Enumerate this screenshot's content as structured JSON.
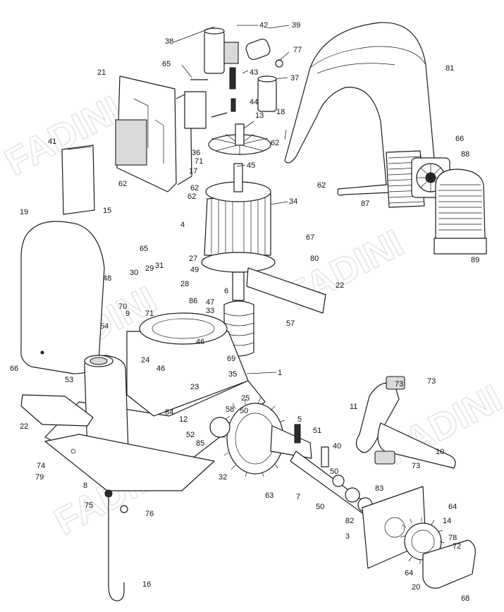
{
  "watermark": {
    "lines": [
      "FADINI",
      "FADINI",
      "FADINI",
      "FADINI",
      "FADINI"
    ]
  },
  "callouts": [
    {
      "key": "c1",
      "text": "1"
    },
    {
      "key": "c3",
      "text": "3"
    },
    {
      "key": "c4",
      "text": "4"
    },
    {
      "key": "c5",
      "text": "5"
    },
    {
      "key": "c6",
      "text": "6"
    },
    {
      "key": "c7",
      "text": "7"
    },
    {
      "key": "c8",
      "text": "8"
    },
    {
      "key": "c9",
      "text": "9"
    },
    {
      "key": "c10",
      "text": "10"
    },
    {
      "key": "c11",
      "text": "11"
    },
    {
      "key": "c12",
      "text": "12"
    },
    {
      "key": "c13",
      "text": "13"
    },
    {
      "key": "c14",
      "text": "14"
    },
    {
      "key": "c15",
      "text": "15"
    },
    {
      "key": "c16",
      "text": "16"
    },
    {
      "key": "c17",
      "text": "17"
    },
    {
      "key": "c18",
      "text": "18"
    },
    {
      "key": "c19",
      "text": "19"
    },
    {
      "key": "c20",
      "text": "20"
    },
    {
      "key": "c21",
      "text": "21"
    },
    {
      "key": "c22a",
      "text": "22"
    },
    {
      "key": "c22b",
      "text": "22"
    },
    {
      "key": "c23",
      "text": "23"
    },
    {
      "key": "c24",
      "text": "24"
    },
    {
      "key": "c25",
      "text": "25"
    },
    {
      "key": "c27",
      "text": "27"
    },
    {
      "key": "c28",
      "text": "28"
    },
    {
      "key": "c29",
      "text": "29"
    },
    {
      "key": "c30",
      "text": "30"
    },
    {
      "key": "c31",
      "text": "31"
    },
    {
      "key": "c32",
      "text": "32"
    },
    {
      "key": "c33",
      "text": "33"
    },
    {
      "key": "c34",
      "text": "34"
    },
    {
      "key": "c35",
      "text": "35"
    },
    {
      "key": "c36",
      "text": "36"
    },
    {
      "key": "c37",
      "text": "37"
    },
    {
      "key": "c38",
      "text": "38"
    },
    {
      "key": "c39",
      "text": "39"
    },
    {
      "key": "c40",
      "text": "40"
    },
    {
      "key": "c41",
      "text": "41"
    },
    {
      "key": "c42",
      "text": "42"
    },
    {
      "key": "c43",
      "text": "43"
    },
    {
      "key": "c44",
      "text": "44"
    },
    {
      "key": "c45",
      "text": "45"
    },
    {
      "key": "c46a",
      "text": "46"
    },
    {
      "key": "c46b",
      "text": "46"
    },
    {
      "key": "c47",
      "text": "47"
    },
    {
      "key": "c48",
      "text": "48"
    },
    {
      "key": "c49",
      "text": "49"
    },
    {
      "key": "c50a",
      "text": "50"
    },
    {
      "key": "c50b",
      "text": "50"
    },
    {
      "key": "c50c",
      "text": "50"
    },
    {
      "key": "c51",
      "text": "51"
    },
    {
      "key": "c52",
      "text": "52"
    },
    {
      "key": "c53",
      "text": "53"
    },
    {
      "key": "c54",
      "text": "54"
    },
    {
      "key": "c57",
      "text": "57"
    },
    {
      "key": "c58",
      "text": "58"
    },
    {
      "key": "c62a",
      "text": "62"
    },
    {
      "key": "c62b",
      "text": "62"
    },
    {
      "key": "c62c",
      "text": "62"
    },
    {
      "key": "c62d",
      "text": "62"
    },
    {
      "key": "c62e",
      "text": "62"
    },
    {
      "key": "c63",
      "text": "63"
    },
    {
      "key": "c64a",
      "text": "64"
    },
    {
      "key": "c64b",
      "text": "64"
    },
    {
      "key": "c65a",
      "text": "65"
    },
    {
      "key": "c65b",
      "text": "65"
    },
    {
      "key": "c66a",
      "text": "66"
    },
    {
      "key": "c66b",
      "text": "66"
    },
    {
      "key": "c67",
      "text": "67"
    },
    {
      "key": "c68",
      "text": "68"
    },
    {
      "key": "c69",
      "text": "69"
    },
    {
      "key": "c70",
      "text": "70"
    },
    {
      "key": "c71a",
      "text": "71"
    },
    {
      "key": "c71b",
      "text": "71"
    },
    {
      "key": "c72",
      "text": "72"
    },
    {
      "key": "c73a",
      "text": "73"
    },
    {
      "key": "c73b",
      "text": "73"
    },
    {
      "key": "c74",
      "text": "74"
    },
    {
      "key": "c75",
      "text": "75"
    },
    {
      "key": "c76",
      "text": "76"
    },
    {
      "key": "c77",
      "text": "77"
    },
    {
      "key": "c78",
      "text": "78"
    },
    {
      "key": "c79",
      "text": "79"
    },
    {
      "key": "c80",
      "text": "80"
    },
    {
      "key": "c81",
      "text": "81"
    },
    {
      "key": "c82",
      "text": "82"
    },
    {
      "key": "c83",
      "text": "83"
    },
    {
      "key": "c84",
      "text": "84"
    },
    {
      "key": "c85",
      "text": "85"
    },
    {
      "key": "c86",
      "text": "86"
    },
    {
      "key": "c87",
      "text": "87"
    },
    {
      "key": "c88",
      "text": "88"
    },
    {
      "key": "c89",
      "text": "89"
    }
  ]
}
